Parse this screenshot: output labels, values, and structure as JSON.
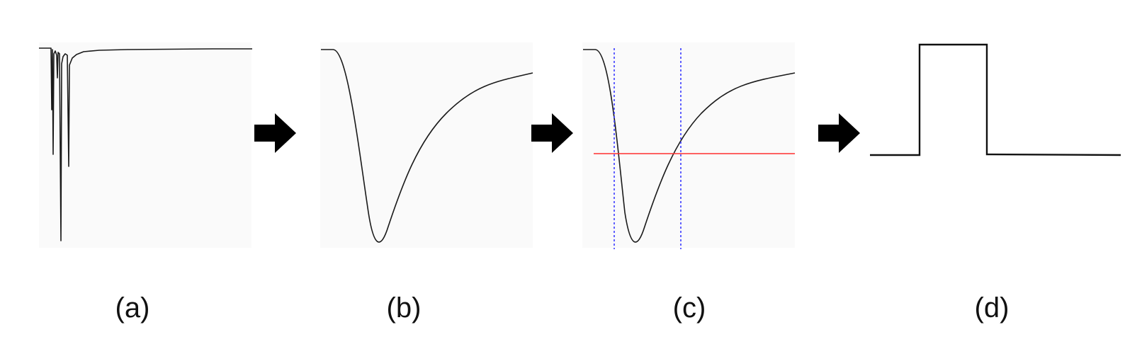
{
  "panels": [
    {
      "id": "a",
      "label": "(a)"
    },
    {
      "id": "b",
      "label": "(b)"
    },
    {
      "id": "c",
      "label": "(c)"
    },
    {
      "id": "d",
      "label": "(d)"
    }
  ],
  "colors": {
    "trace": "#1a1a1a",
    "threshold_line": "#ff3030",
    "marker_lines": "#3b3bff",
    "arrow": "#000000"
  },
  "icons": [
    "arrow-right-icon",
    "arrow-right-icon",
    "arrow-right-icon"
  ]
}
